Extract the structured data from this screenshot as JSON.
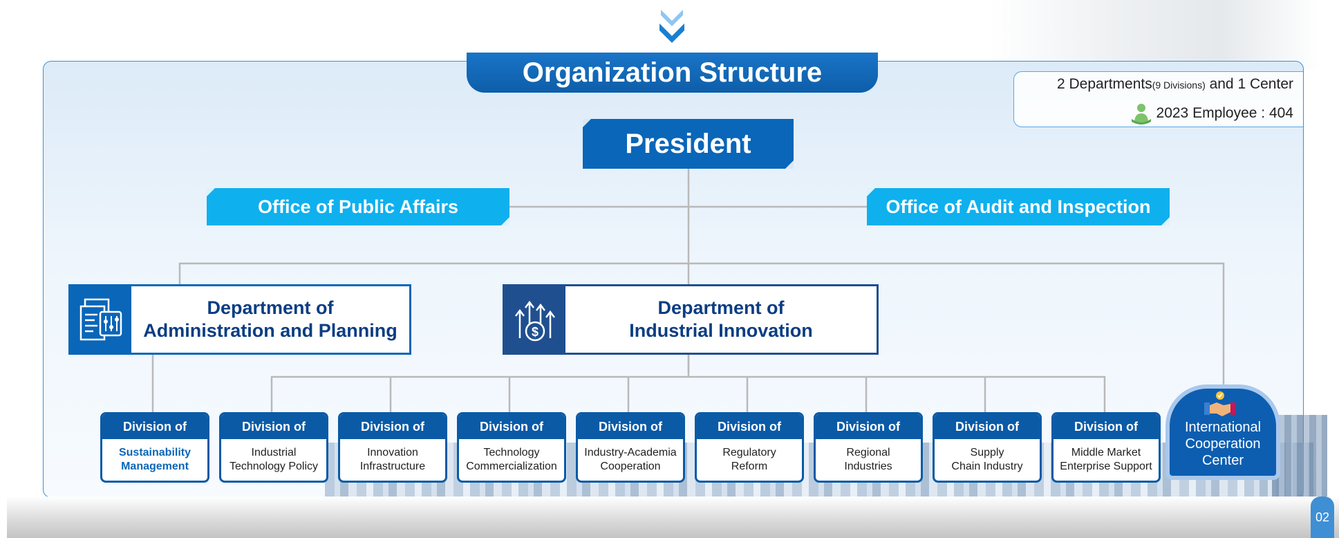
{
  "title": "Organization Structure",
  "info": {
    "line1_main": "2 Departments",
    "line1_small": "(9 Divisions)",
    "line1_tail": " and 1 Center",
    "line2": "2023 Employee : 404"
  },
  "president": "President",
  "offices": {
    "public_affairs": "Office of Public Affairs",
    "audit": "Office of Audit and Inspection"
  },
  "departments": {
    "admin": {
      "line1": "Department of",
      "line2": "Administration and Planning"
    },
    "innovation": {
      "line1": "Department of",
      "line2": "Industrial Innovation"
    }
  },
  "division_header": "Division of",
  "divisions": [
    {
      "line1": "Sustainability",
      "line2": "Management"
    },
    {
      "line1": "Industrial",
      "line2": "Technology Policy"
    },
    {
      "line1": "Innovation",
      "line2": "Infrastructure"
    },
    {
      "line1": "Technology",
      "line2": "Commercialization"
    },
    {
      "line1": "Industry-Academia",
      "line2": "Cooperation"
    },
    {
      "line1": "Regulatory",
      "line2": "Reform"
    },
    {
      "line1": "Regional",
      "line2": "Industries"
    },
    {
      "line1": "Supply",
      "line2": "Chain Industry"
    },
    {
      "line1": "Middle Market",
      "line2": "Enterprise Support"
    }
  ],
  "center": {
    "line1": "International",
    "line2": "Cooperation",
    "line3": "Center"
  },
  "page_number": "02",
  "colors": {
    "primary": "#0a66b8",
    "office": "#0fb0ee",
    "dept_navy": "#0b3d83",
    "connector": "#b9b9b9"
  }
}
